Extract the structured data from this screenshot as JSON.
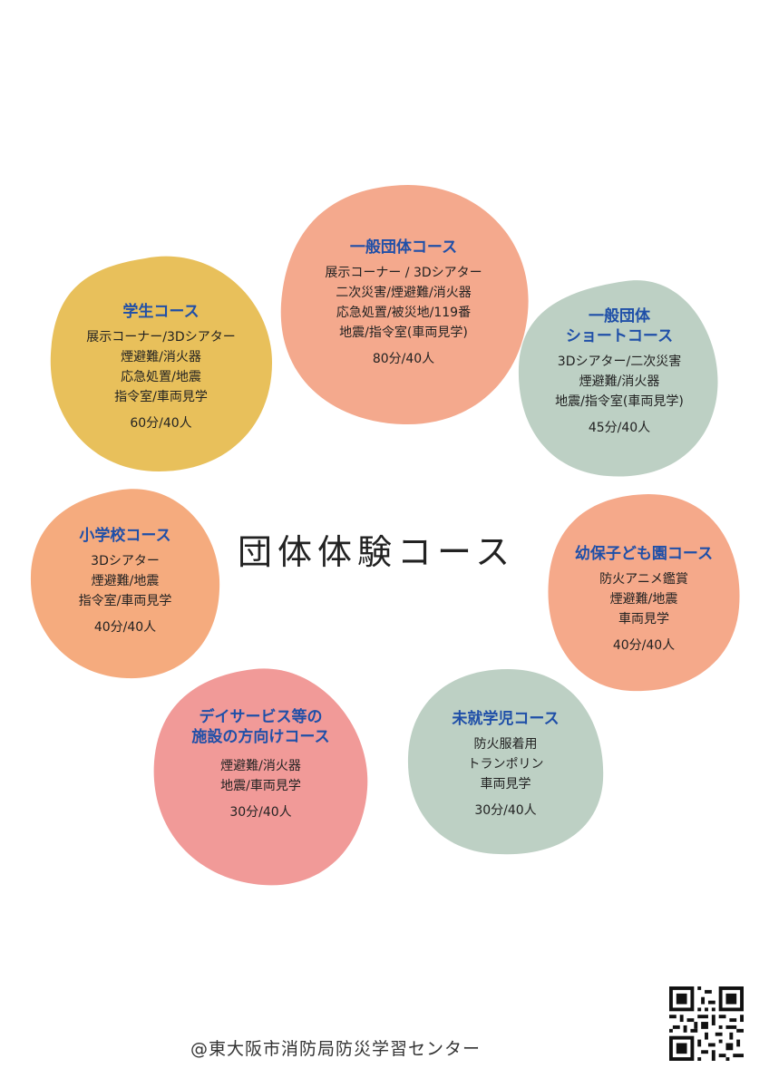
{
  "title": "団体体験コース",
  "footer": "@東大阪市消防局防災学習センター",
  "colors": {
    "title_blue": "#1f4fa8",
    "salmon": "#f4a98d",
    "yellow": "#e8c05b",
    "sage": "#bdd0c4",
    "pink": "#f19a98"
  },
  "courses": [
    {
      "id": "general",
      "title": "一般団体コース",
      "lines": [
        "展示コーナー / 3Dシアター",
        "二次災害/煙避難/消火器",
        "応急処置/被災地/119番",
        "地震/指令室(車両見学)"
      ],
      "duration": "80分/40人"
    },
    {
      "id": "student",
      "title": "学生コース",
      "lines": [
        "展示コーナー/3Dシアター",
        "煙避難/消火器",
        "応急処置/地震",
        "指令室/車両見学"
      ],
      "duration": "60分/40人"
    },
    {
      "id": "general-short",
      "title": "一般団体\nショートコース",
      "lines": [
        "3Dシアター/二次災害",
        "煙避難/消火器",
        "地震/指令室(車両見学)"
      ],
      "duration": "45分/40人"
    },
    {
      "id": "elementary",
      "title": "小学校コース",
      "lines": [
        "3Dシアター",
        "煙避難/地震",
        "指令室/車両見学"
      ],
      "duration": "40分/40人"
    },
    {
      "id": "kindergarten",
      "title": "幼保子ども園コース",
      "lines": [
        "防火アニメ鑑賞",
        "煙避難/地震",
        "車両見学"
      ],
      "duration": "40分/40人"
    },
    {
      "id": "preschool",
      "title": "未就学児コース",
      "lines": [
        "防火服着用",
        "トランポリン",
        "車両見学"
      ],
      "duration": "30分/40人"
    },
    {
      "id": "dayservice",
      "title": "デイサービス等の\n施設の方向けコース",
      "lines": [
        "煙避難/消火器",
        "地震/車両見学"
      ],
      "duration": "30分/40人"
    }
  ]
}
